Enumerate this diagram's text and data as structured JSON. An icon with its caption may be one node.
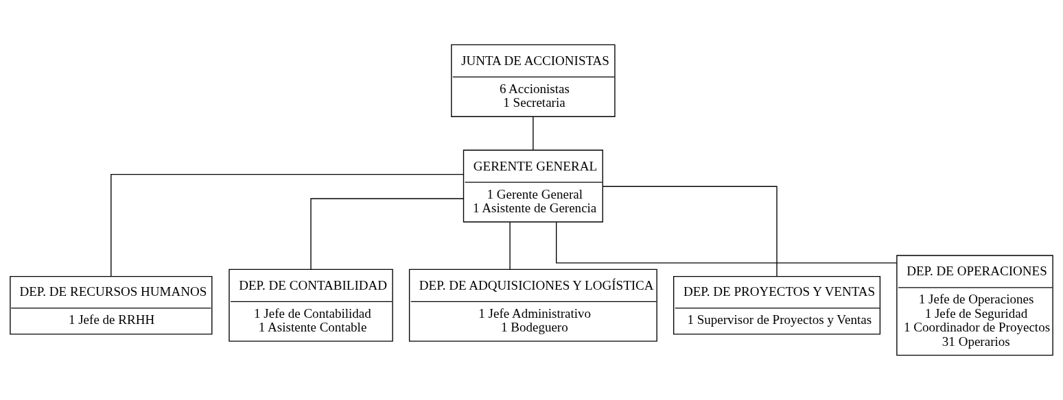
{
  "diagram": {
    "nodes": [
      {
        "text": [
          "JUNTA DE ACCIONISTAS",
          "6 Accionistas",
          "1 Secretaria"
        ]
      },
      {
        "text": [
          "GERENTE GENERAL",
          "1 Gerente General",
          "1 Asistente de Gerencia"
        ]
      },
      {
        "text": [
          "DEP. DE RECURSOS HUMANOS",
          "1 Jefe de RRHH"
        ]
      },
      {
        "text": [
          "DEP. DE CONTABILIDAD",
          "1 Jefe de Contabilidad",
          "1 Asistente Contable"
        ]
      },
      {
        "text": [
          "DEP. DE ADQUISICIONES Y LOGÍSTICA",
          "1 Jefe Administrativo",
          "1 Bodeguero"
        ]
      },
      {
        "text": [
          "DEP. DE PROYECTOS Y VENTAS",
          "1 Supervisor de Proyectos y Ventas"
        ]
      },
      {
        "text": [
          "DEP. DE OPERACIONES",
          "1 Jefe de Operaciones",
          "1 Jefe de Seguridad",
          "1 Coordinador de Proyectos",
          "31 Operarios"
        ]
      }
    ],
    "edges": [
      {
        "from": 0,
        "to": 1,
        "arrow": "none"
      },
      {
        "from": 1,
        "to": 2,
        "arrow": "none"
      },
      {
        "from": 1,
        "to": 3,
        "arrow": "none"
      },
      {
        "from": 1,
        "to": 4,
        "arrow": "none"
      },
      {
        "from": 1,
        "to": 5,
        "arrow": "none"
      },
      {
        "from": 1,
        "to": 6,
        "arrow": "none"
      }
    ]
  }
}
